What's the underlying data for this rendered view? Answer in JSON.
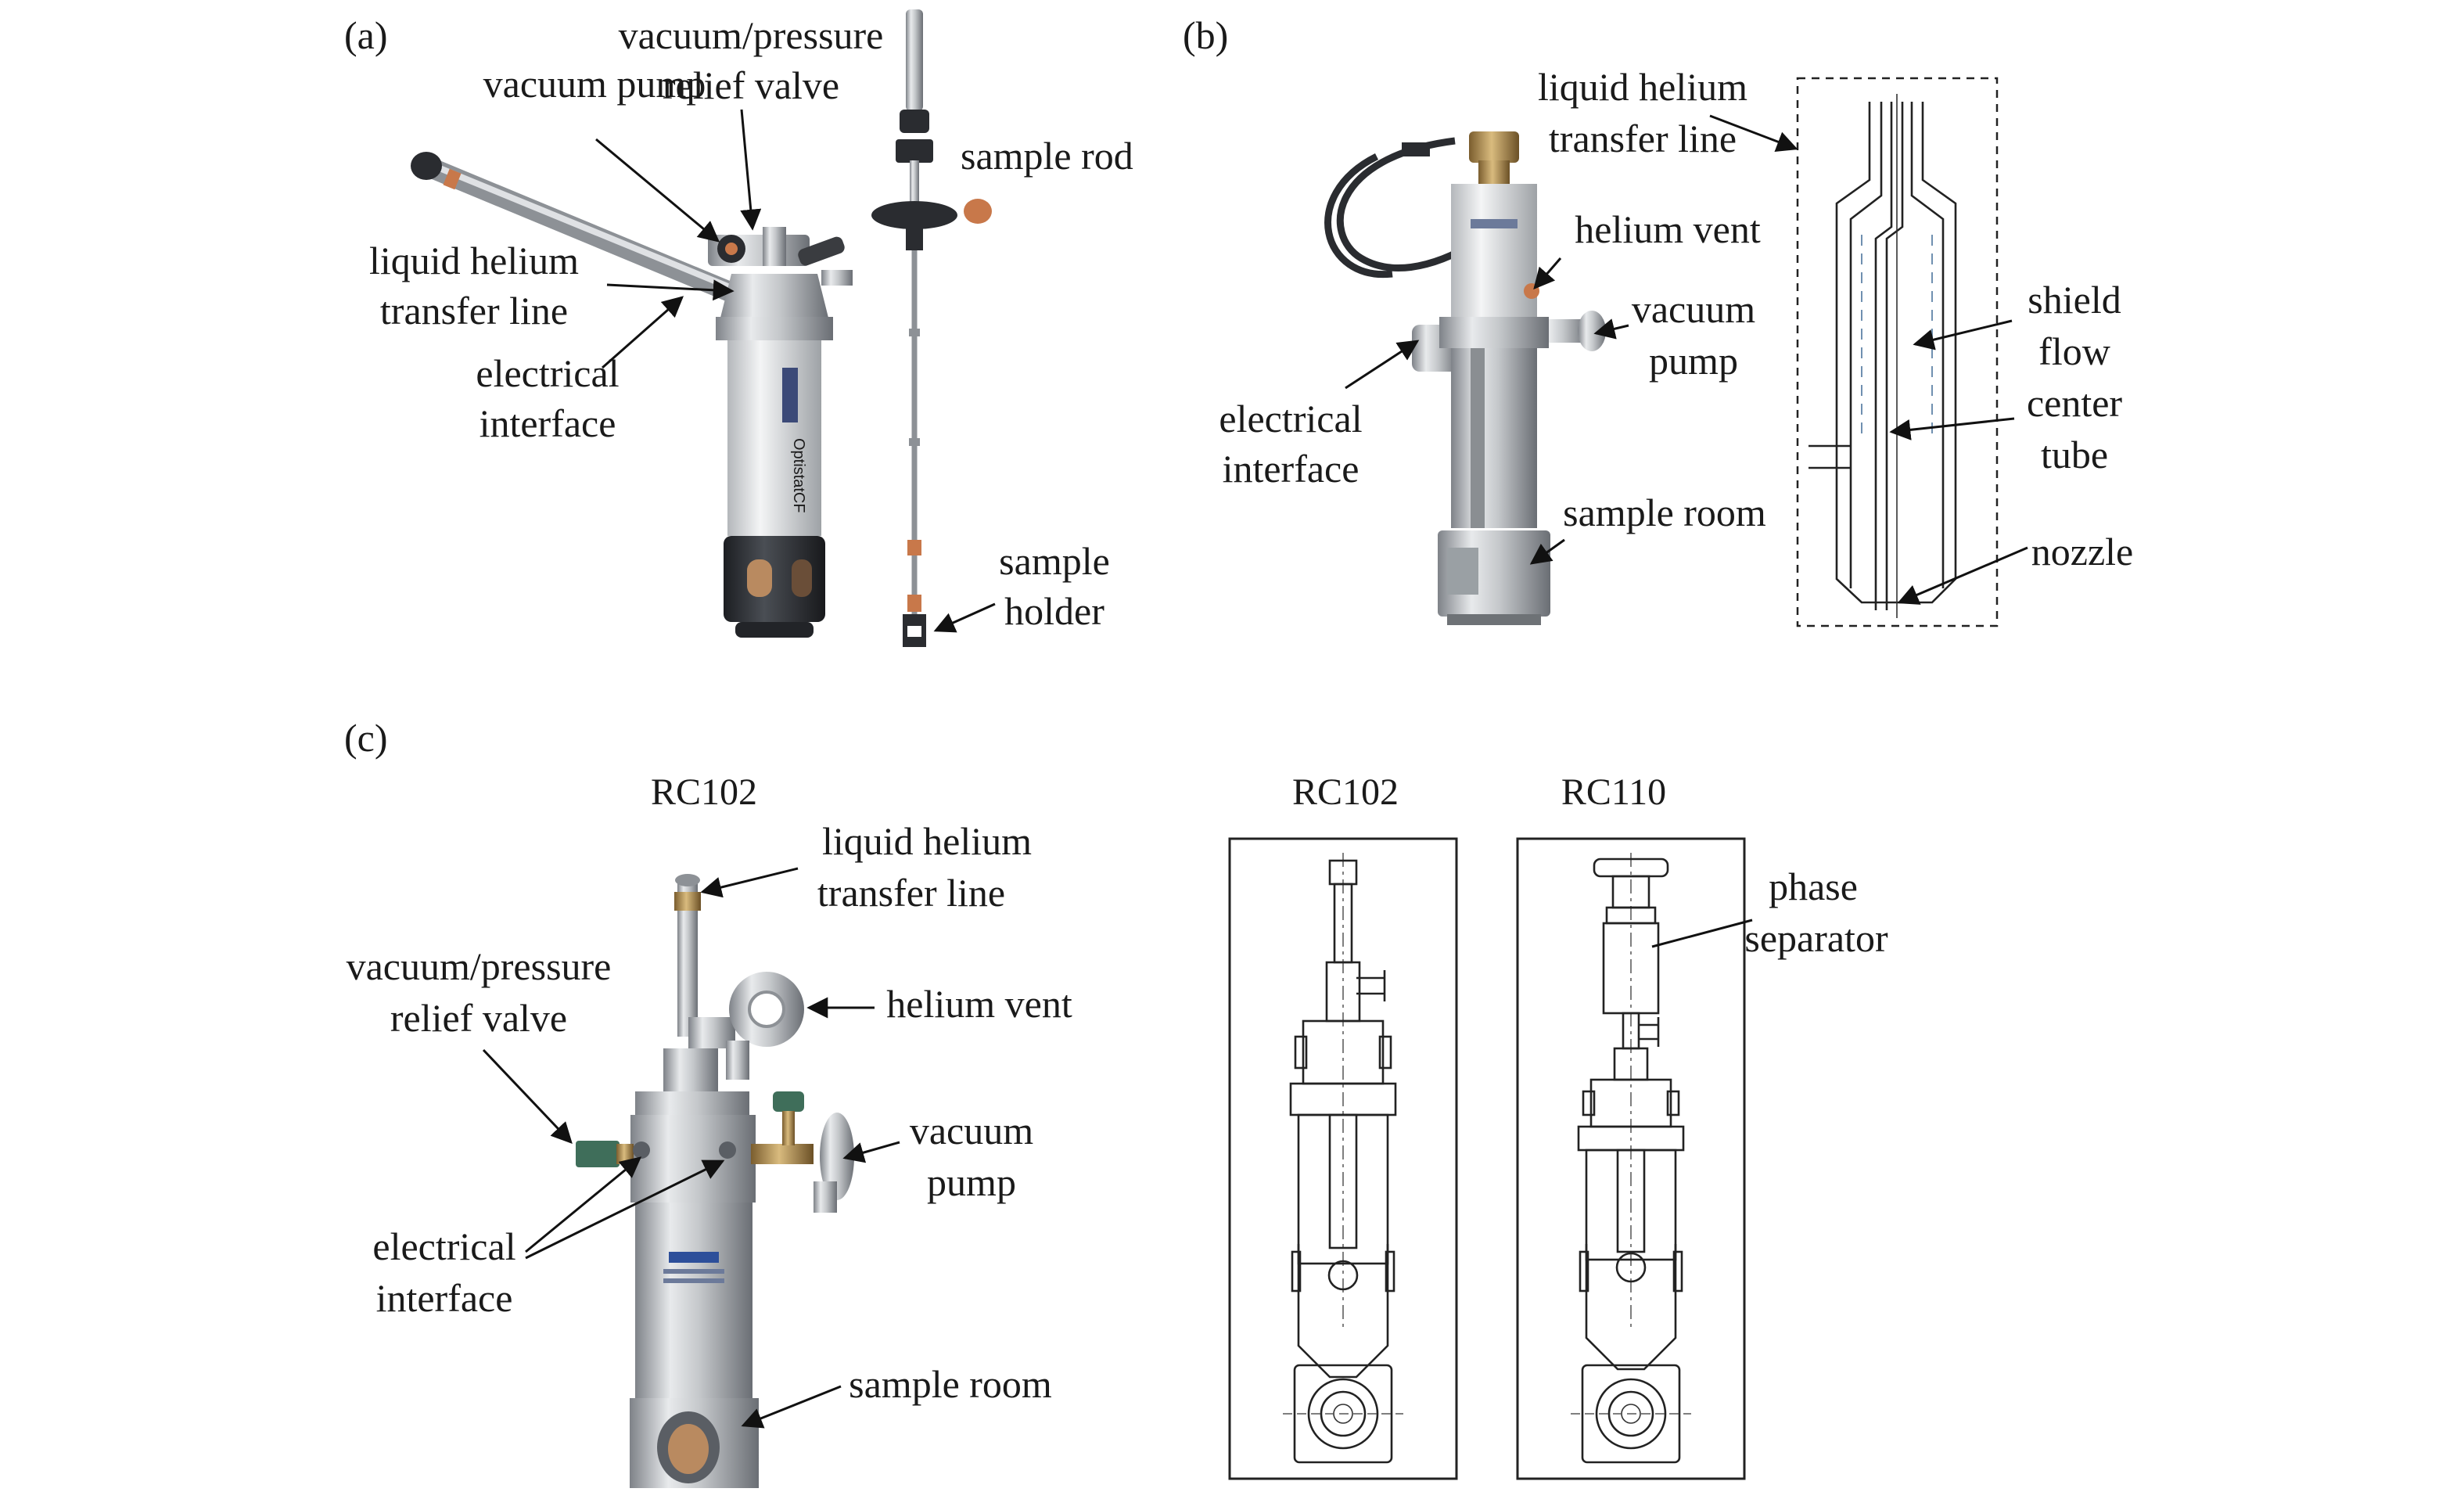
{
  "panels": {
    "a": {
      "tag": "(a)",
      "labels": {
        "vacuum_pump": "vacuum pump",
        "relief_1": "vacuum/pressure",
        "relief_2": "relief valve",
        "sample_rod": "sample rod",
        "transfer_1": "liquid helium",
        "transfer_2": "transfer line",
        "electrical_1": "electrical",
        "electrical_2": "interface",
        "holder_1": "sample",
        "holder_2": "holder"
      },
      "product_text": "OptistatCF"
    },
    "b": {
      "tag": "(b)",
      "labels": {
        "transfer_1": "liquid helium",
        "transfer_2": "transfer line",
        "helium_vent": "helium vent",
        "vacuum_1": "vacuum",
        "vacuum_2": "pump",
        "electrical_1": "electrical",
        "electrical_2": "interface",
        "sample_room": "sample room",
        "shield": "shield",
        "flow": "flow",
        "center": "center",
        "tube": "tube",
        "nozzle": "nozzle"
      }
    },
    "c": {
      "tag": "(c)",
      "photo_title": "RC102",
      "labels": {
        "transfer_1": "liquid helium",
        "transfer_2": "transfer line",
        "relief_1": "vacuum/pressure",
        "relief_2": "relief valve",
        "helium_vent": "helium vent",
        "vacuum_1": "vacuum",
        "vacuum_2": "pump",
        "electrical_1": "electrical",
        "electrical_2": "interface",
        "sample_room": "sample room"
      },
      "drawing_titles": [
        "RC102",
        "RC110"
      ],
      "phase_1": "phase",
      "phase_2": "separator"
    }
  },
  "colors": {
    "ink": "#1a1a1a",
    "steel": "#b9bcc0",
    "dark_steel": "#5c6066",
    "black_part": "#2a2c30",
    "copper": "#c8784a",
    "brass": "#b8965a",
    "green_valve": "#3f6e5a",
    "label_blue": "#2d4f9a"
  }
}
